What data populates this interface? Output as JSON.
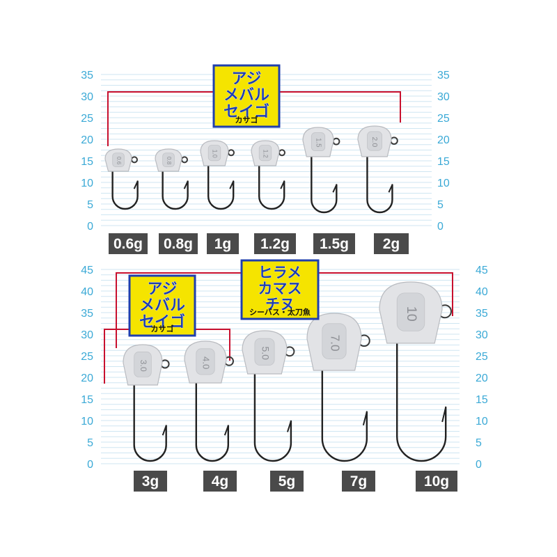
{
  "panel_top": {
    "scale_ticks": [
      "35",
      "30",
      "25",
      "20",
      "15",
      "10",
      "5",
      "0"
    ],
    "badge": {
      "lines": [
        "アジ",
        "メバル",
        "セイゴ"
      ],
      "sub": "カサゴ"
    },
    "jigs": [
      {
        "weight": "0.6g",
        "stamp": "0.6"
      },
      {
        "weight": "0.8g",
        "stamp": "0.8"
      },
      {
        "weight": "1g",
        "stamp": "1.0"
      },
      {
        "weight": "1.2g",
        "stamp": "1.2"
      },
      {
        "weight": "1.5g",
        "stamp": "1.5"
      },
      {
        "weight": "2g",
        "stamp": "2.0"
      }
    ]
  },
  "panel_bottom": {
    "scale_ticks": [
      "45",
      "40",
      "35",
      "30",
      "25",
      "20",
      "15",
      "10",
      "5",
      "0"
    ],
    "badge_left": {
      "lines": [
        "アジ",
        "メバル",
        "セイゴ"
      ],
      "sub": "カサゴ"
    },
    "badge_right": {
      "lines": [
        "ヒラメ",
        "カマス",
        "チヌ"
      ],
      "sub": "シーバス・太刀魚"
    },
    "jigs": [
      {
        "weight": "3g",
        "stamp": "3.0"
      },
      {
        "weight": "4g",
        "stamp": "4.0"
      },
      {
        "weight": "5g",
        "stamp": "5.0"
      },
      {
        "weight": "7g",
        "stamp": "7.0"
      },
      {
        "weight": "10g",
        "stamp": "10"
      }
    ]
  },
  "colors": {
    "scale": "#3aa9d6",
    "gridline": "#cfe6f2",
    "bracket": "#c8102e",
    "badge_bg": "#f5e400",
    "badge_border": "#1f3fae",
    "badge_text": "#1f3fae",
    "label_bg": "#4a4a4a",
    "label_text": "#ffffff",
    "lead": "#e2e3e6",
    "hook": "#222222"
  }
}
